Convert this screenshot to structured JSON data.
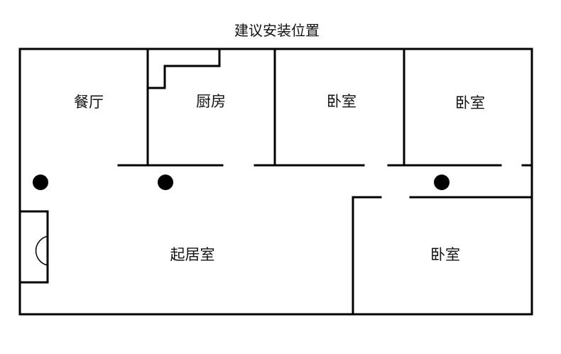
{
  "title": "建议安装位置",
  "rooms": {
    "dining": "餐厅",
    "kitchen": "厨房",
    "bedroom_1": "卧室",
    "bedroom_2": "卧室",
    "bedroom_3": "卧室",
    "living": "起居室"
  },
  "colors": {
    "wall": "#000000",
    "background": "#ffffff",
    "marker": "#000000"
  }
}
